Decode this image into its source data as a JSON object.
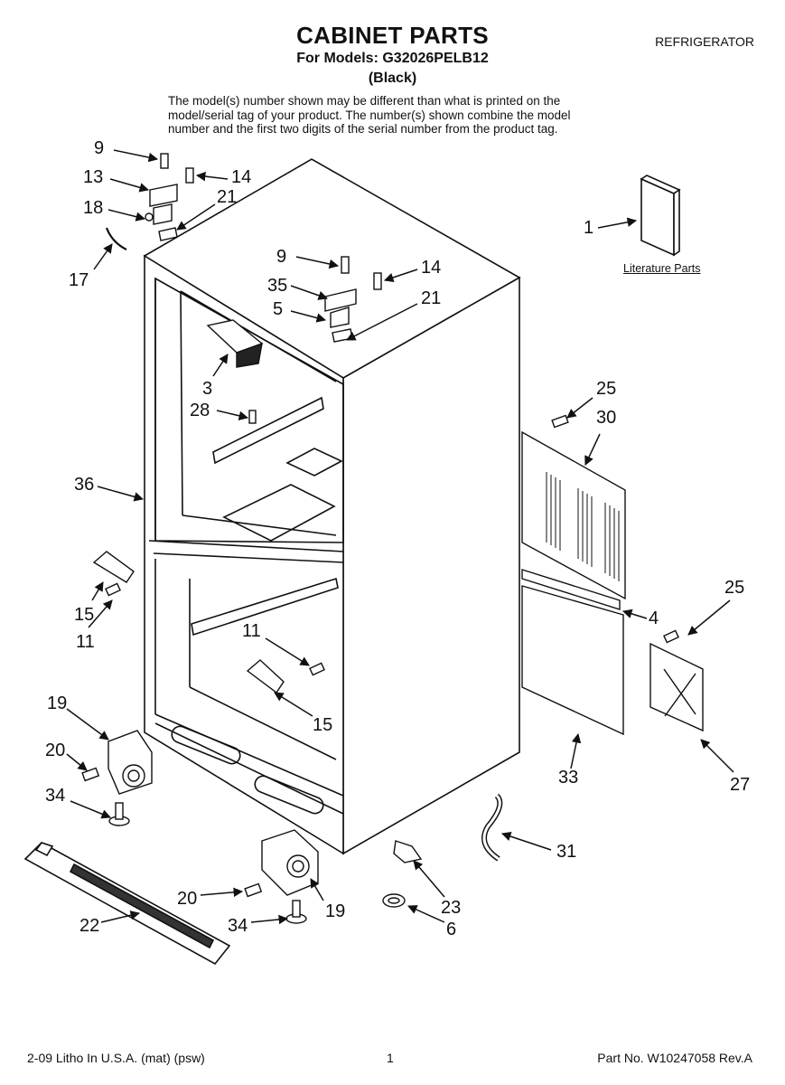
{
  "header": {
    "title": "CABINET PARTS",
    "product": "REFRIGERATOR",
    "models": "For Models: G32026PELB12",
    "color": "(Black)"
  },
  "note": [
    "The model(s) number shown may be different than what is printed on the",
    "model/serial tag of your product. The number(s) shown combine the model",
    "number and the first two digits of the serial number from the product tag."
  ],
  "literature_label": "Literature Parts",
  "callouts": [
    "9",
    "13",
    "14",
    "18",
    "21",
    "17",
    "1",
    "9",
    "35",
    "14",
    "5",
    "21",
    "3",
    "28",
    "25",
    "30",
    "36",
    "15",
    "11",
    "25",
    "4",
    "11",
    "15",
    "19",
    "20",
    "34",
    "33",
    "27",
    "31",
    "20",
    "19",
    "23",
    "34",
    "22",
    "6"
  ],
  "footer": {
    "left": "2-09 Litho In U.S.A. (mat) (psw)",
    "center": "1",
    "right": "Part No. W10247058 Rev.A"
  }
}
